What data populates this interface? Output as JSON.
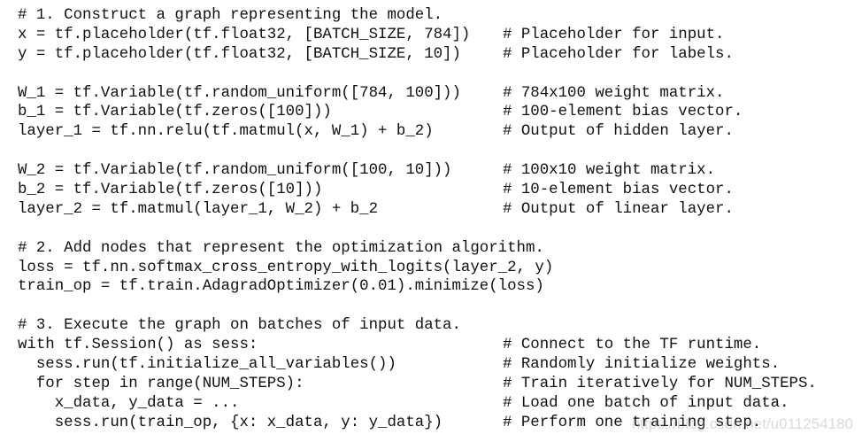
{
  "lines": [
    {
      "code": "# 1. Construct a graph representing the model.",
      "comment": ""
    },
    {
      "code": "x = tf.placeholder(tf.float32, [BATCH_SIZE, 784])",
      "comment": "# Placeholder for input."
    },
    {
      "code": "y = tf.placeholder(tf.float32, [BATCH_SIZE, 10])",
      "comment": "# Placeholder for labels."
    },
    {
      "code": "",
      "comment": ""
    },
    {
      "code": "W_1 = tf.Variable(tf.random_uniform([784, 100]))",
      "comment": "# 784x100 weight matrix."
    },
    {
      "code": "b_1 = tf.Variable(tf.zeros([100]))",
      "comment": "# 100-element bias vector."
    },
    {
      "code": "layer_1 = tf.nn.relu(tf.matmul(x, W_1) + b_2)",
      "comment": "# Output of hidden layer."
    },
    {
      "code": "",
      "comment": ""
    },
    {
      "code": "W_2 = tf.Variable(tf.random_uniform([100, 10]))",
      "comment": "# 100x10 weight matrix."
    },
    {
      "code": "b_2 = tf.Variable(tf.zeros([10]))",
      "comment": "# 10-element bias vector."
    },
    {
      "code": "layer_2 = tf.matmul(layer_1, W_2) + b_2",
      "comment": "# Output of linear layer."
    },
    {
      "code": "",
      "comment": ""
    },
    {
      "code": "# 2. Add nodes that represent the optimization algorithm.",
      "comment": ""
    },
    {
      "code": "loss = tf.nn.softmax_cross_entropy_with_logits(layer_2, y)",
      "comment": ""
    },
    {
      "code": "train_op = tf.train.AdagradOptimizer(0.01).minimize(loss)",
      "comment": ""
    },
    {
      "code": "",
      "comment": ""
    },
    {
      "code": "# 3. Execute the graph on batches of input data.",
      "comment": ""
    },
    {
      "code": "with tf.Session() as sess:",
      "comment": "# Connect to the TF runtime."
    },
    {
      "code": "  sess.run(tf.initialize_all_variables())",
      "comment": "# Randomly initialize weights."
    },
    {
      "code": "  for step in range(NUM_STEPS):",
      "comment": "# Train iteratively for NUM_STEPS."
    },
    {
      "code": "    x_data, y_data = ...",
      "comment": "# Load one batch of input data."
    },
    {
      "code": "    sess.run(train_op, {x: x_data, y: y_data})",
      "comment": "# Perform one training step."
    }
  ],
  "watermark": "https://blog.csdn.net/u011254180"
}
